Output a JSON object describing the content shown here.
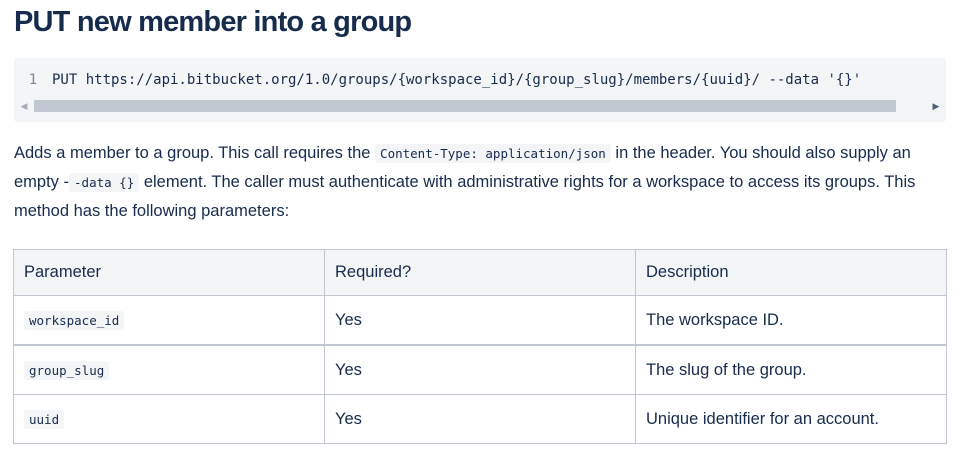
{
  "heading": "PUT new member into a group",
  "code": {
    "line_number": "1",
    "text": "PUT https://api.bitbucket.org/1.0/groups/{workspace_id}/{group_slug}/members/{uuid}/ --data '{}'"
  },
  "description": {
    "part1": "Adds a member to a group. This call requires the ",
    "code1": "Content-Type: application/json",
    "part2": " in the header.  You should also supply an empty ",
    "dash": "-",
    "code2": "-data {}",
    "part3": " element. The caller must authenticate with administrative rights for a workspace to access its groups. This method has the following parameters:"
  },
  "table": {
    "headers": [
      "Parameter",
      "Required?",
      "Description"
    ],
    "rows": [
      {
        "parameter": "workspace_id",
        "required": "Yes",
        "description": "The workspace ID."
      },
      {
        "parameter": "group_slug",
        "required": "Yes",
        "description": "The slug of the group."
      },
      {
        "parameter": "uuid",
        "required": "Yes",
        "description": "Unique identifier for an account."
      }
    ]
  }
}
